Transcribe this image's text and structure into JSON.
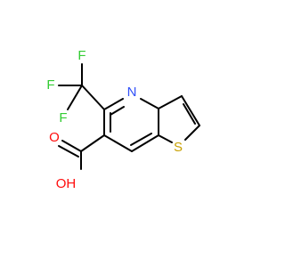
{
  "molecule": {
    "atoms": {
      "F1": {
        "label": "F",
        "color": "#33cc33"
      },
      "F2": {
        "label": "F",
        "color": "#33cc33"
      },
      "F3": {
        "label": "F",
        "color": "#33cc33"
      },
      "N": {
        "label": "N",
        "color": "#3050f8"
      },
      "S": {
        "label": "S",
        "color": "#c8a000"
      },
      "O_carbonyl": {
        "label": "O",
        "color": "#ff0d0d"
      },
      "OH": {
        "label": "OH",
        "color": "#ff0d0d"
      }
    },
    "bond_color": "#000000"
  }
}
